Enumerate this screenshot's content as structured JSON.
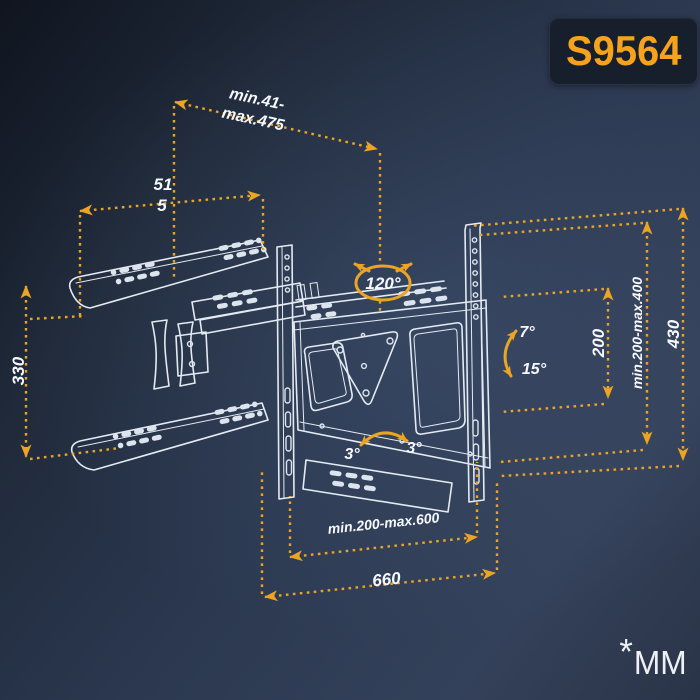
{
  "product": {
    "code": "S9564"
  },
  "units": {
    "asterisk": "*",
    "label": "MM"
  },
  "dimensions": {
    "reach_line1": "min.41-",
    "reach_line2": "max.475",
    "rail_width_part1": "51",
    "rail_width_part2": "5",
    "bracket_height": "330",
    "swivel_range": "120°",
    "vesa_height": "200",
    "vesa_vertical_range": "min.200-max.400",
    "plate_height": "430",
    "tilt_up": "7°",
    "tilt_down": "15°",
    "level_left": "3°",
    "level_right": "3°",
    "vesa_horizontal_range": "min.200-max.600",
    "total_width": "660"
  },
  "colors": {
    "accent_orange": "#ECA424",
    "line_white": "#E4EAF2",
    "badge_background": "#171F2C",
    "badge_text": "#F5A31C",
    "background_mid": "#2B3850"
  }
}
